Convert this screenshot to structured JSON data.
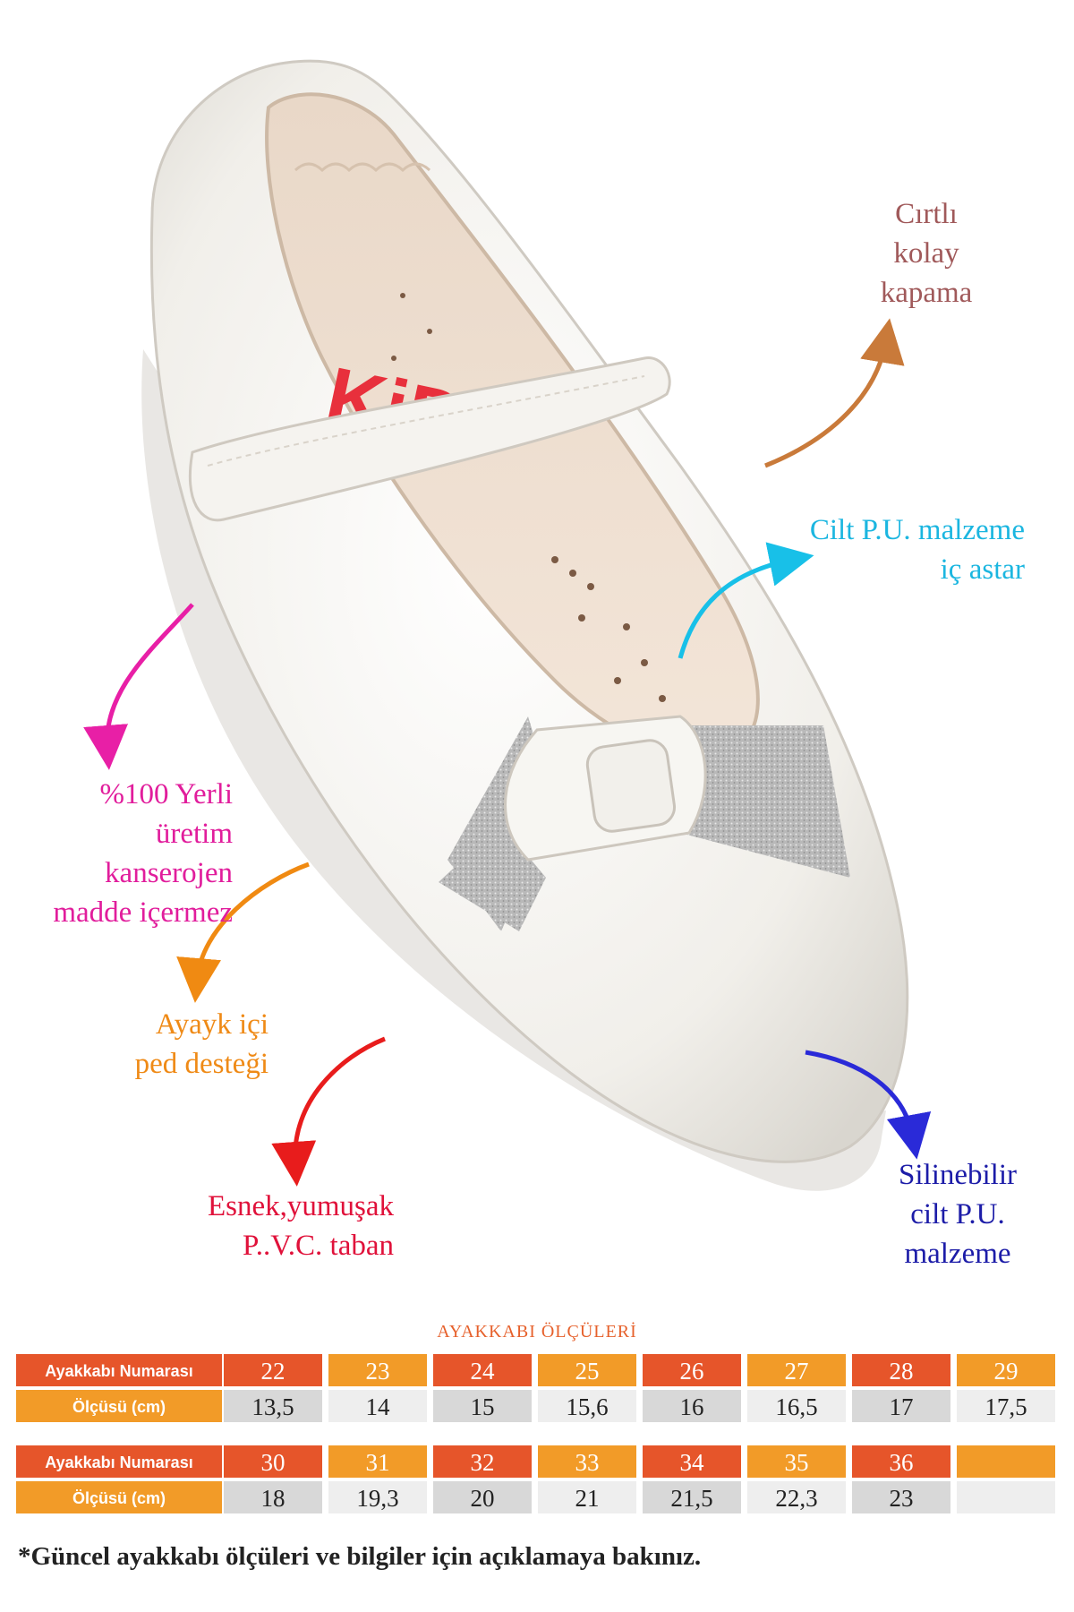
{
  "colors": {
    "orange_dark": "#e6552a",
    "orange_light": "#f29b28",
    "gray_cell": "#d8d8d8",
    "gray_light": "#eeeeee"
  },
  "features": {
    "closure": [
      "Cırtlı",
      "kolay",
      "kapama"
    ],
    "lining": [
      "Cilt P.U. malzeme",
      "iç astar"
    ],
    "local": [
      "%100 Yerli üretim",
      "kanserojen",
      "madde içermez"
    ],
    "insole": [
      "Ayayk içi",
      "ped desteği"
    ],
    "sole": [
      "Esnek,yumuşak",
      "P..V.C. taban"
    ],
    "material": [
      "Silinebilir",
      "cilt P.U.",
      "malzeme"
    ]
  },
  "brand_partial": "KiD",
  "size_table": {
    "title": "AYAKKABI ÖLÇÜLERİ",
    "number_label": "Ayakkabı Numarası",
    "size_label": "Ölçüsü (cm)",
    "rows": [
      {
        "numbers": [
          "22",
          "23",
          "24",
          "25",
          "26",
          "27",
          "28",
          "29"
        ],
        "sizes": [
          "13,5",
          "14",
          "15",
          "15,6",
          "16",
          "16,5",
          "17",
          "17,5"
        ]
      },
      {
        "numbers": [
          "30",
          "31",
          "32",
          "33",
          "34",
          "35",
          "36",
          ""
        ],
        "sizes": [
          "18",
          "19,3",
          "20",
          "21",
          "21,5",
          "22,3",
          "23",
          ""
        ]
      }
    ]
  },
  "footnote": "*Güncel ayakkabı ölçüleri ve bilgiler için açıklamaya bakınız."
}
